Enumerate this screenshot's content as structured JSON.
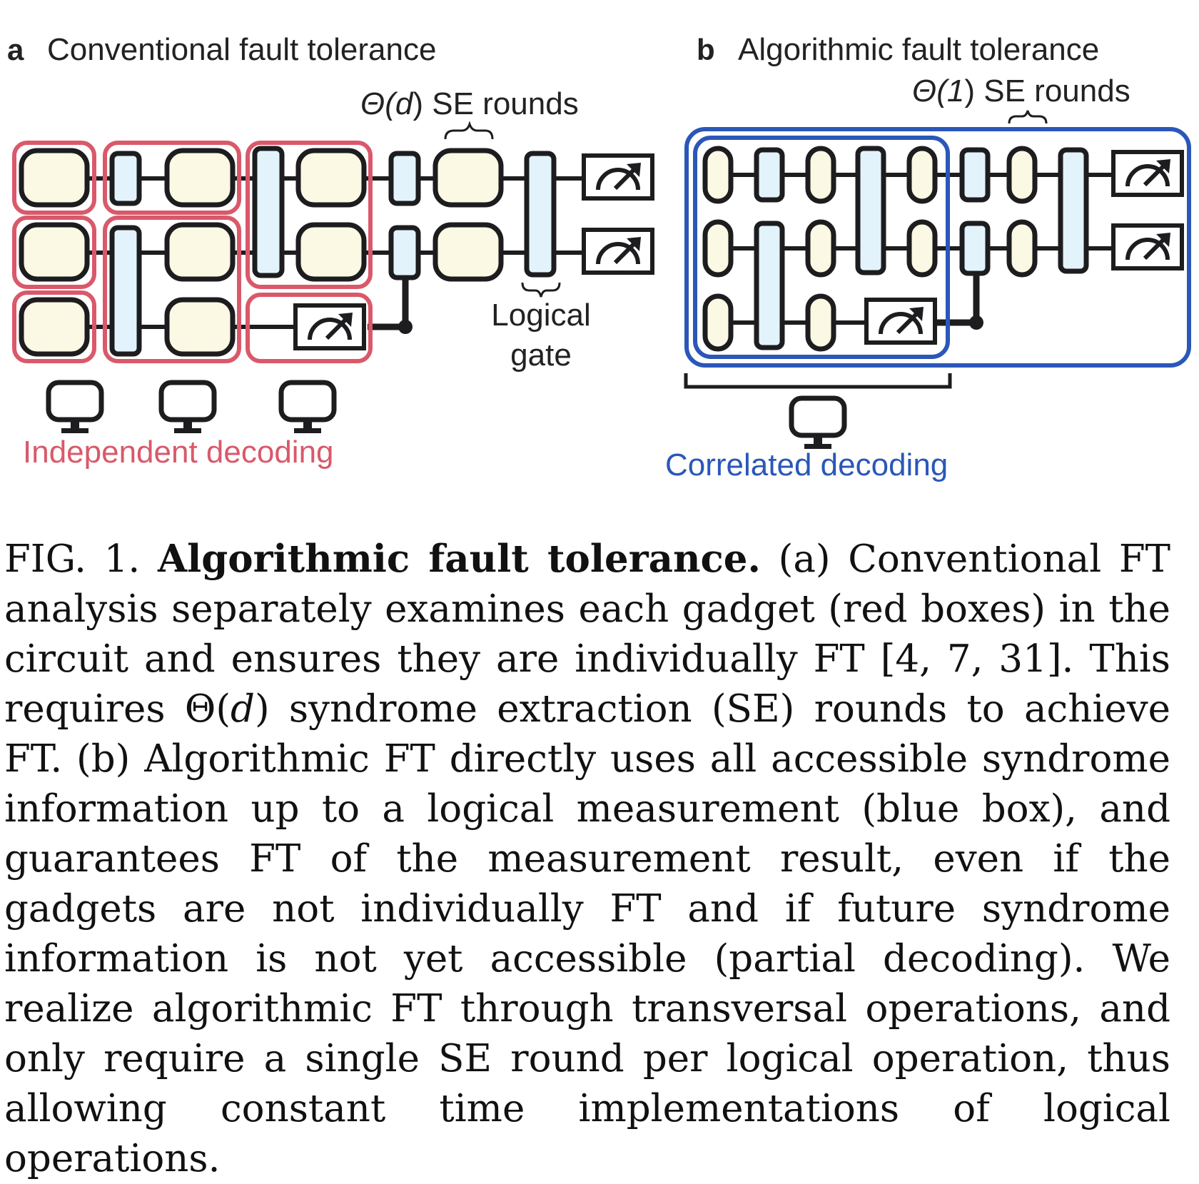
{
  "panel_a": {
    "letter": "a",
    "title": "Conventional fault tolerance",
    "se_rounds_label_prefix": "Θ(",
    "se_rounds_label_var": "d",
    "se_rounds_label_suffix": ") SE rounds",
    "logical_gate_label_line1": "Logical",
    "logical_gate_label_line2": "gate",
    "decoding_label": "Independent decoding"
  },
  "panel_b": {
    "letter": "b",
    "title": "Algorithmic fault tolerance",
    "se_rounds_label_prefix": "Θ(",
    "se_rounds_label_var": "1",
    "se_rounds_label_suffix": ") SE rounds",
    "decoding_label": "Correlated decoding"
  },
  "colors": {
    "gadget_box": "#d9596a",
    "algorithmic_box": "#2a57b8",
    "se_block_fill": "#fbf8e4",
    "gate_fill": "#e3f3fb",
    "stroke": "#1d1d1f"
  },
  "icons": {
    "measurement": "measurement-meter-icon",
    "decoder": "computer-monitor-icon"
  },
  "caption": {
    "fig_label": "FIG. 1.",
    "title": "Algorithmic fault tolerance.",
    "body_1": "(a) Conventional FT analysis separately examines each gadget (red boxes) in the circuit and ensures they are individually FT [4, 7, 31]. This requires Θ(",
    "body_var": "d",
    "body_2": ") syndrome extraction (SE) rounds to achieve FT. (b) Algorithmic FT directly uses all accessible syndrome information up to a logical measurement (blue box), and guarantees FT of the measurement result, even if the gadgets are not individually FT and if future syndrome information is not yet accessible (partial decoding). We realize algorithmic FT through transversal operations, and only require a single SE round per logical operation, thus allowing constant time implementations of logical operations."
  }
}
